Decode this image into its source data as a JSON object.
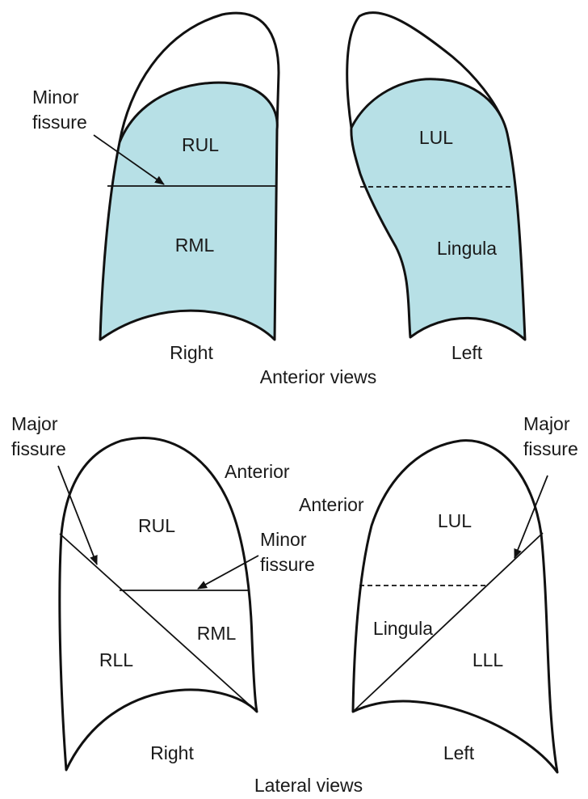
{
  "colors": {
    "lobe_fill": "#b7e0e6",
    "stroke": "#111111",
    "background": "#ffffff"
  },
  "anterior": {
    "caption": "Anterior views",
    "right": {
      "side_label": "Right",
      "upper_label": "RUL",
      "middle_label": "RML",
      "callout": [
        "Minor",
        "fissure"
      ]
    },
    "left": {
      "side_label": "Left",
      "upper_label": "LUL",
      "lower_label": "Lingula"
    }
  },
  "lateral": {
    "caption": "Lateral views",
    "right": {
      "side_label": "Right",
      "anterior_label": "Anterior",
      "upper_label": "RUL",
      "middle_label": "RML",
      "lower_label": "RLL",
      "major_callout": [
        "Major",
        "fissure"
      ],
      "minor_callout": [
        "Minor",
        "fissure"
      ]
    },
    "left": {
      "side_label": "Left",
      "anterior_label": "Anterior",
      "upper_label": "LUL",
      "lingula_label": "Lingula",
      "lower_label": "LLL",
      "major_callout": [
        "Major",
        "fissure"
      ]
    }
  }
}
